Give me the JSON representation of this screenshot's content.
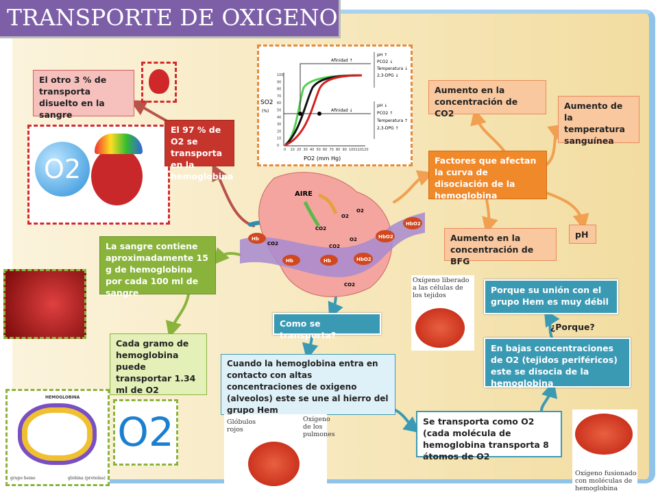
{
  "title": "TRANSPORTE DE OXIGENO",
  "boxes": {
    "otro3": "El otro 3 % de transporta disuelto en la sangre",
    "p97": "El 97 % de O2 se transporta en la hemoglobina",
    "co2": "Aumento en la concentración de CO2",
    "temp": "Aumento de la temperatura sanguínea",
    "factores": "Factores que afectan la curva de disociación de la  hemoglobina",
    "bfg": "Aumento en la concentración de BFG",
    "ph": "pH",
    "sangre": "La sangre contiene aproximadamente  15 g de hemoglobina por cada 100 ml de sangre",
    "gramo": "Cada gramo de hemoglobina puede transportar 1.34 ml de O2",
    "como": "Como se transporta?",
    "cuando": "Cuando la hemoglobina entra en contacto con altas concentraciones de oxigeno (alveolos) este se une al hierro del grupo Hem",
    "se_transporta": "Se transporta como O2 (cada molécula de hemoglobina transporta 8 átomos de O2",
    "bajas": "En bajas concentraciones de O2 (tejidos periféricos) este se disocia de la hemoglobina",
    "porque_label": "¿Porque?",
    "porque": "Porque su unión con el grupo Hem es muy débil"
  },
  "chart": {
    "ylabel": "SO2",
    "yunit": "(%)",
    "xlabel": "PO2 (mm Hg)",
    "xticks": [
      "0",
      "10",
      "20",
      "30",
      "40",
      "50",
      "60",
      "70",
      "80",
      "90",
      "100",
      "110",
      "120"
    ],
    "yticks": [
      "0",
      "10",
      "20",
      "30",
      "40",
      "50",
      "60",
      "70",
      "80",
      "90",
      "100"
    ],
    "afinidad_up": "Afinidad ↑",
    "afinidad_down": "Afinidad ↓",
    "left_conditions": [
      "pH ↑",
      "PCO2 ↓",
      "Temperatura ↓",
      "2,3-DPG ↓"
    ],
    "right_conditions": [
      "pH ↓",
      "PCO2 ↑",
      "Temperatura ↑",
      "2,3-DPG ↑"
    ],
    "colors": {
      "left": "#4fd14f",
      "normal": "#111111",
      "right": "#d42020"
    }
  },
  "alveolo": {
    "aire": "AIRE",
    "hb": "Hb",
    "hbo2": "HbO2",
    "co2": "CO2",
    "o2": "O2"
  },
  "images": {
    "o2_logo": "O2",
    "hemoglobina": "HEMOGLOBINA",
    "grupo_hemo": "grupo hemo",
    "globina": "globina (proteína)",
    "globulos": "Glóbulos rojos",
    "oxigeno_pulmones": "Oxígeno de los pulmones",
    "liberado": "Oxígeno liberado a las células de los tejidos",
    "fusionado": "Oxígeno fusionado con moléculas de hemoglobina"
  }
}
